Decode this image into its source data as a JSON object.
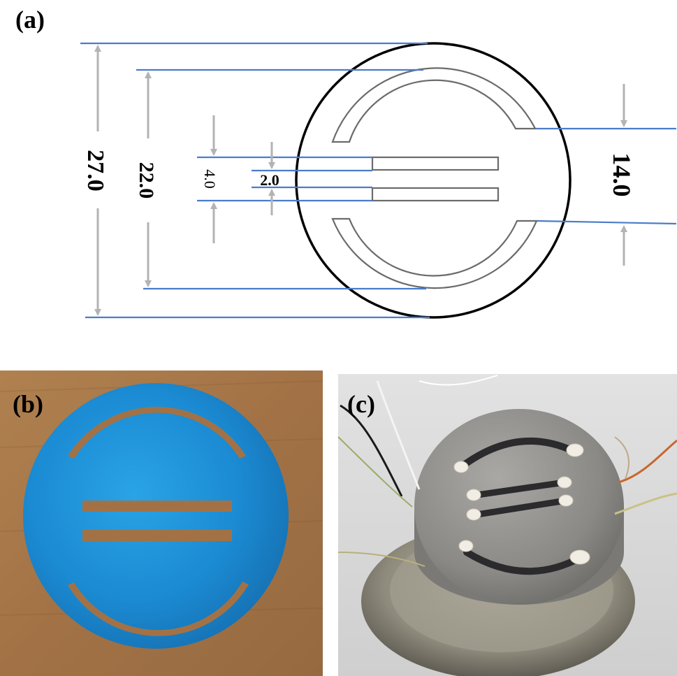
{
  "panels": {
    "a": {
      "label": "(a)"
    },
    "b": {
      "label": "(b)"
    },
    "c": {
      "label": "(c)"
    }
  },
  "dimensions": {
    "outer_diameter": "27.0",
    "arc_diameter": "22.0",
    "slot_span": "4.0",
    "slot_gap": "2.0",
    "arc_gap": "14.0"
  },
  "colors": {
    "dimension_line": "#4a7cc8",
    "arrow": "#b3b3b3",
    "outline": "#000000",
    "slot_outline": "#6b6b6b",
    "photo_b_background": "#a57849",
    "photo_b_disk": "#1d8fd6",
    "photo_c_background": "#d8d8d8",
    "photo_c_disk": "#8b8a87",
    "photo_c_slot": "#2b2b2e",
    "glue_dot": "#f1ede4"
  }
}
